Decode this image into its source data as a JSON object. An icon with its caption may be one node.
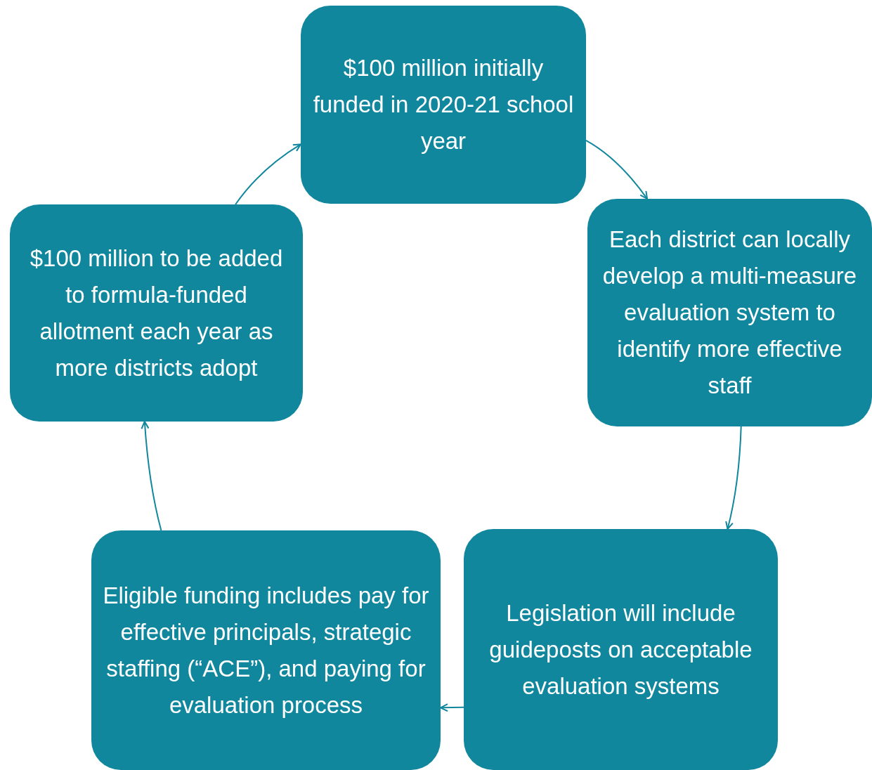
{
  "diagram": {
    "nodes": [
      {
        "text": [
          "$100 million initially funded in 2020-21 school year"
        ]
      },
      {
        "text": [
          "Each district can locally develop a multi-measure evaluation system to identify more effective staff"
        ]
      },
      {
        "text": [
          "Legislation will include guideposts on acceptable evaluation systems"
        ]
      },
      {
        "text": [
          "Eligible funding includes pay for effective principals, strategic staffing (“ACE”), and paying for evaluation process"
        ]
      },
      {
        "text": [
          "$100 million to be added to formula-funded allotment each year as more districts adopt"
        ]
      }
    ],
    "edges": [
      {
        "from": 0,
        "to": 1,
        "arrow": "to"
      },
      {
        "from": 1,
        "to": 2,
        "arrow": "to"
      },
      {
        "from": 2,
        "to": 3,
        "arrow": "to"
      },
      {
        "from": 3,
        "to": 4,
        "arrow": "to"
      },
      {
        "from": 4,
        "to": 0,
        "arrow": "to"
      }
    ]
  }
}
